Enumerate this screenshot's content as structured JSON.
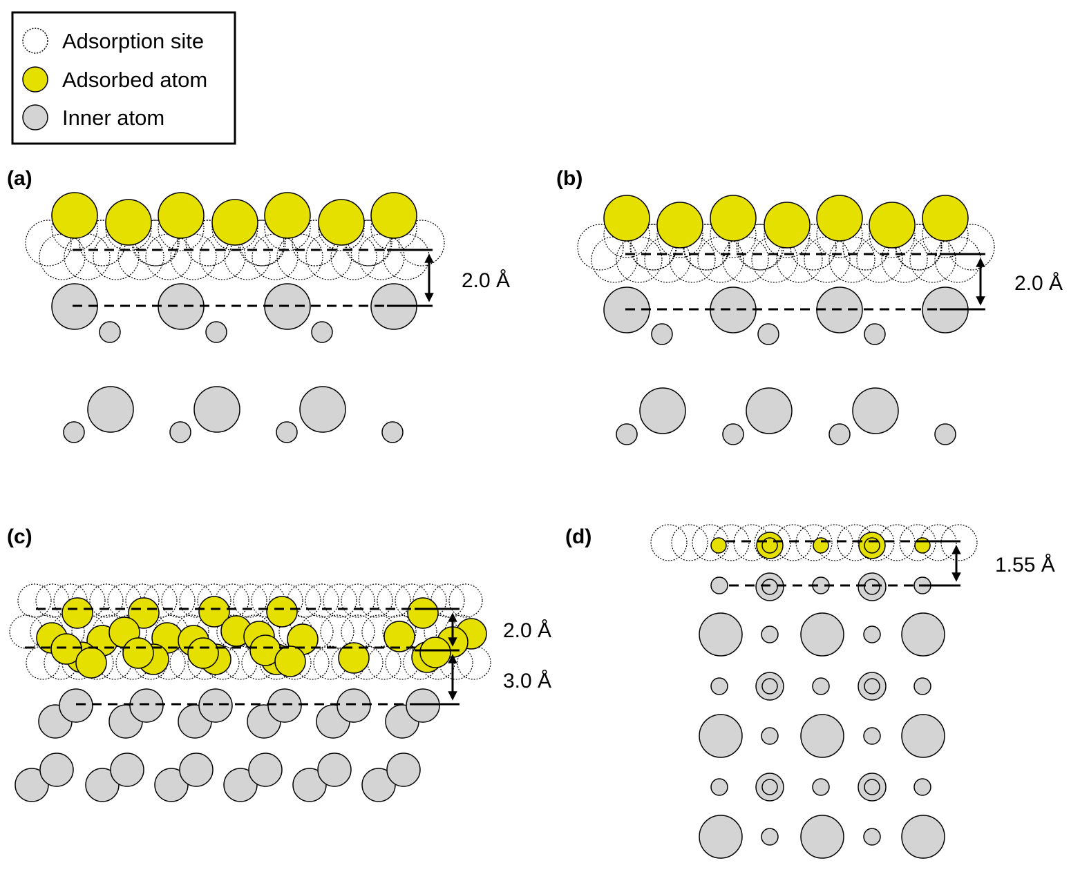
{
  "legend": {
    "items": [
      {
        "kind": "site",
        "label": "Adsorption site"
      },
      {
        "kind": "adsorbed",
        "label": "Adsorbed atom"
      },
      {
        "kind": "inner",
        "label": "Inner atom"
      }
    ]
  },
  "panels": {
    "a": {
      "label": "(a)",
      "dist1": "2.0 Å"
    },
    "b": {
      "label": "(b)",
      "dist1": "2.0 Å"
    },
    "c": {
      "label": "(c)",
      "dist1": "2.0 Å",
      "dist2": "3.0 Å"
    },
    "d": {
      "label": "(d)",
      "dist1": "1.55 Å"
    }
  },
  "colors": {
    "adsorbed_fill": "#e5e000",
    "inner_fill": "#d4d4d4",
    "outline": "#000000"
  }
}
